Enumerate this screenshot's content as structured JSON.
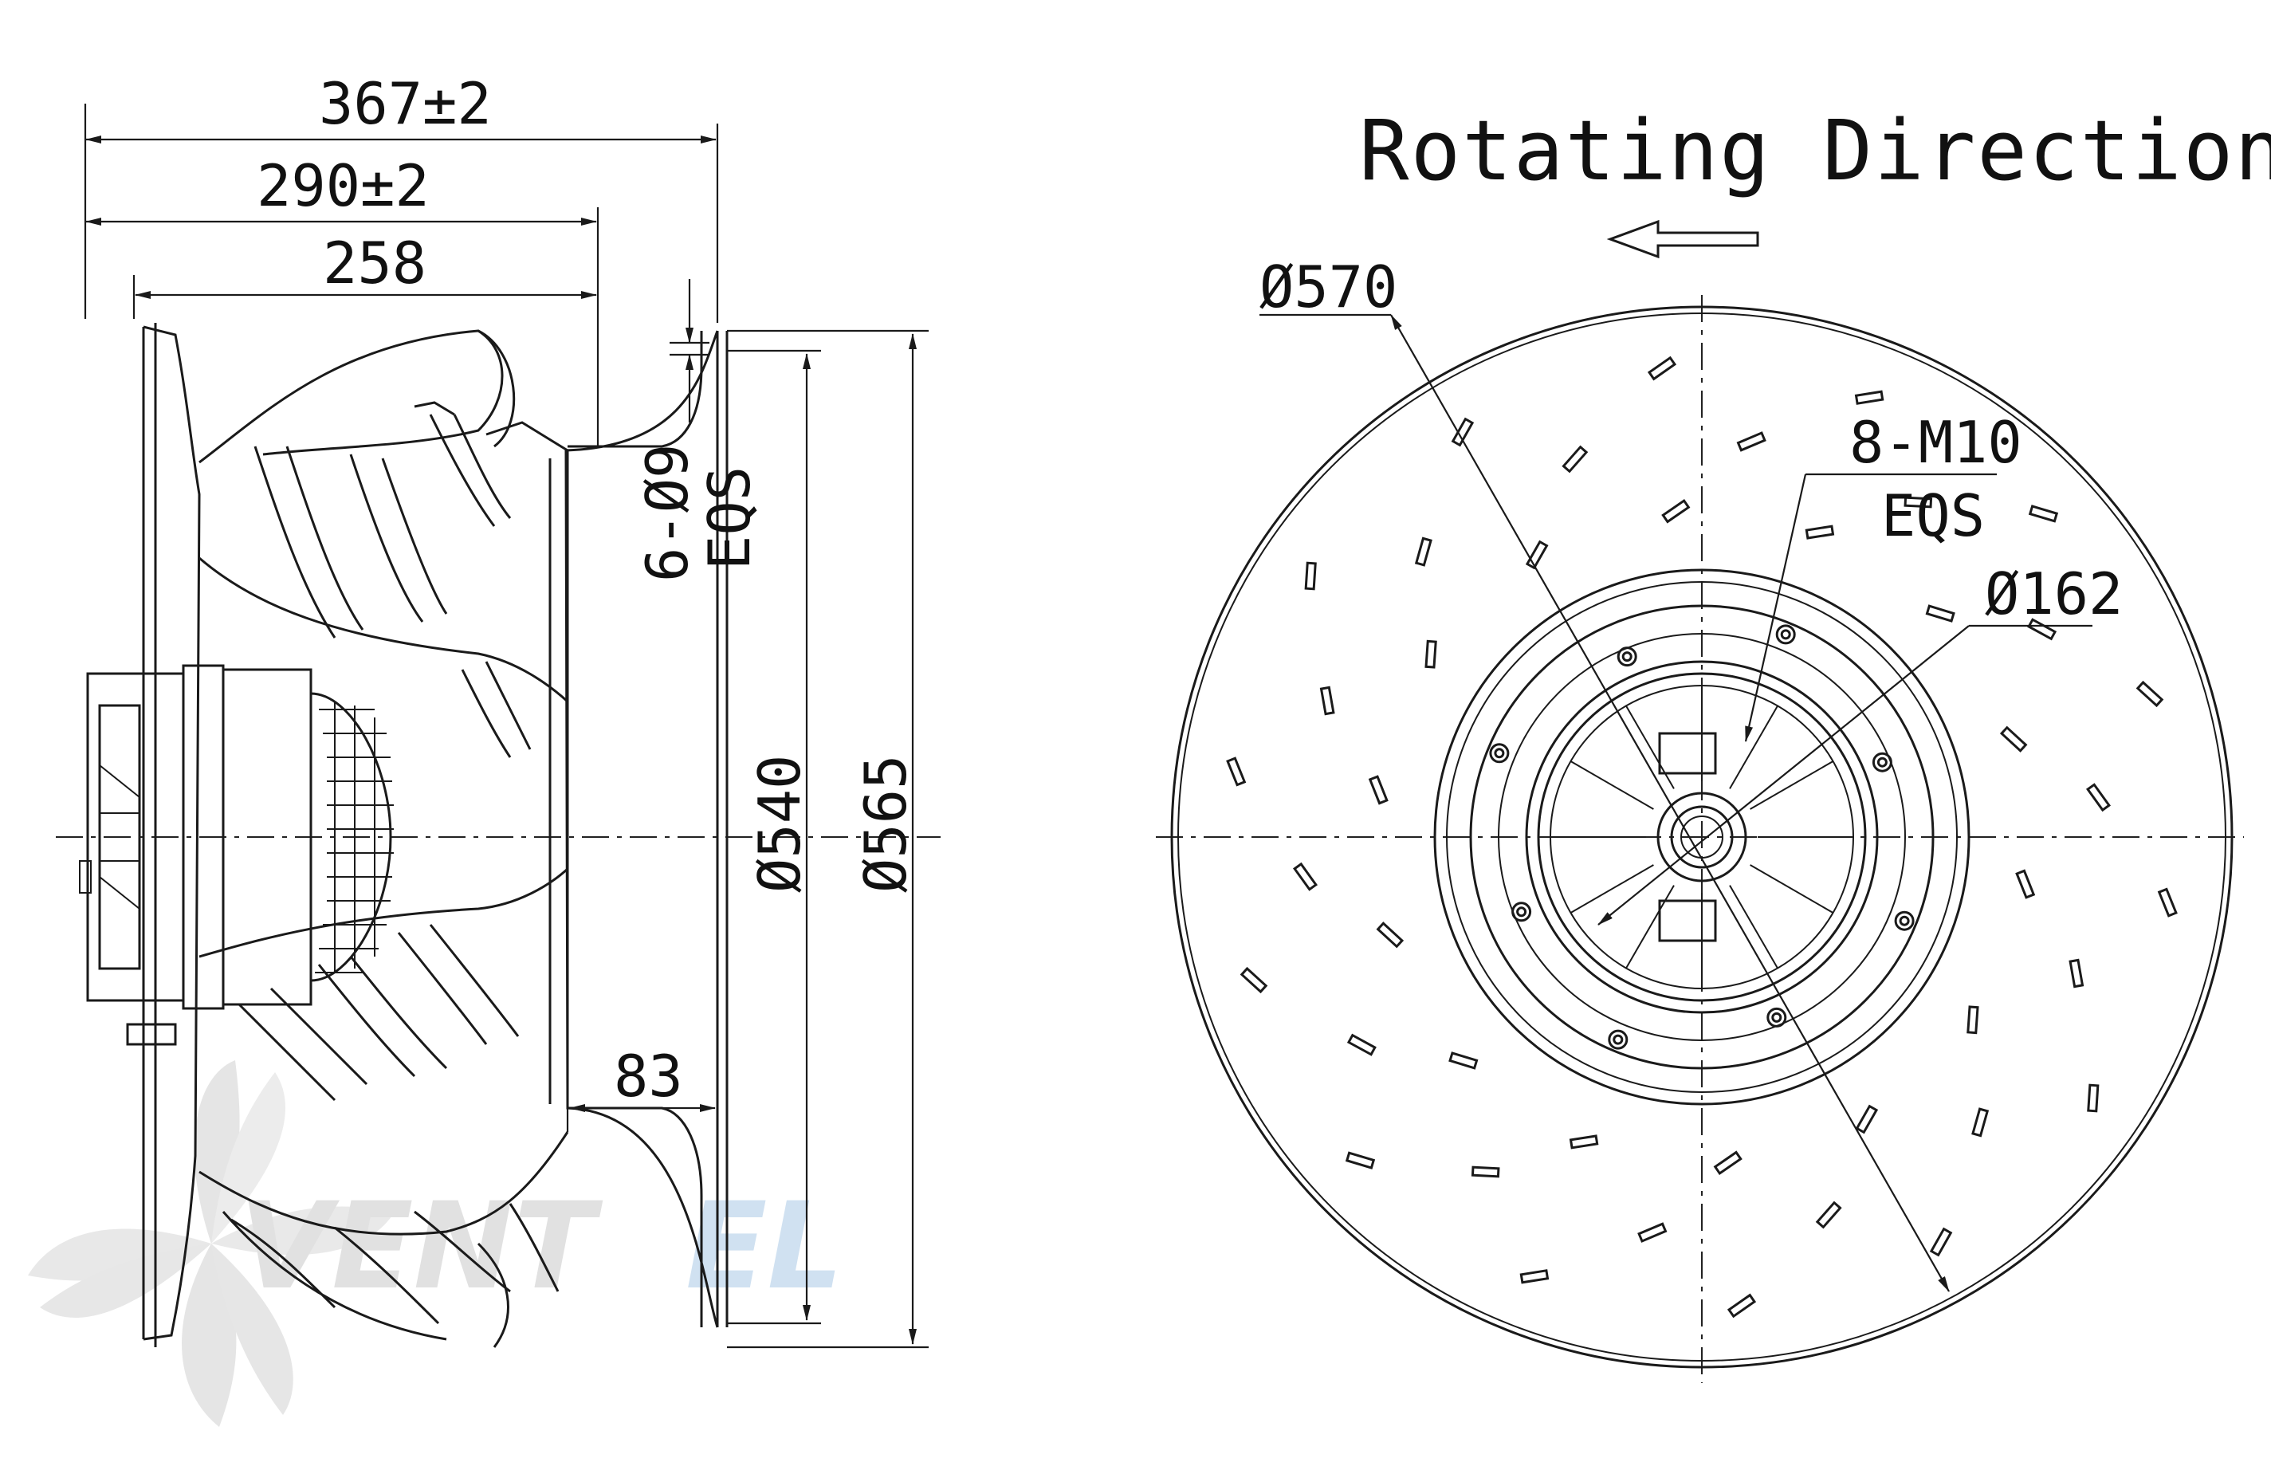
{
  "side_view": {
    "dim_overall": "367±2",
    "dim_inlet_ring": "290±2",
    "dim_body": "258",
    "dim_flange_offset": "83",
    "dim_diameter_inner": "Ø540",
    "dim_diameter_outer": "Ø565",
    "holes_label": "6-Ø9",
    "holes_spacing": "EQS"
  },
  "front_view": {
    "title": "Rotating Direction",
    "dim_impeller": "Ø570",
    "bolts_label": "8-M10",
    "bolts_spacing": "EQS",
    "dim_bolt_circle": "Ø162"
  },
  "watermark": {
    "text_part1": "VENT",
    "text_part2": "EL",
    "color_grey": "#c8c8c8",
    "color_blue": "#a9c9e6"
  },
  "icons": [
    "direction-arrow-icon",
    "fan-blade-watermark-icon"
  ]
}
